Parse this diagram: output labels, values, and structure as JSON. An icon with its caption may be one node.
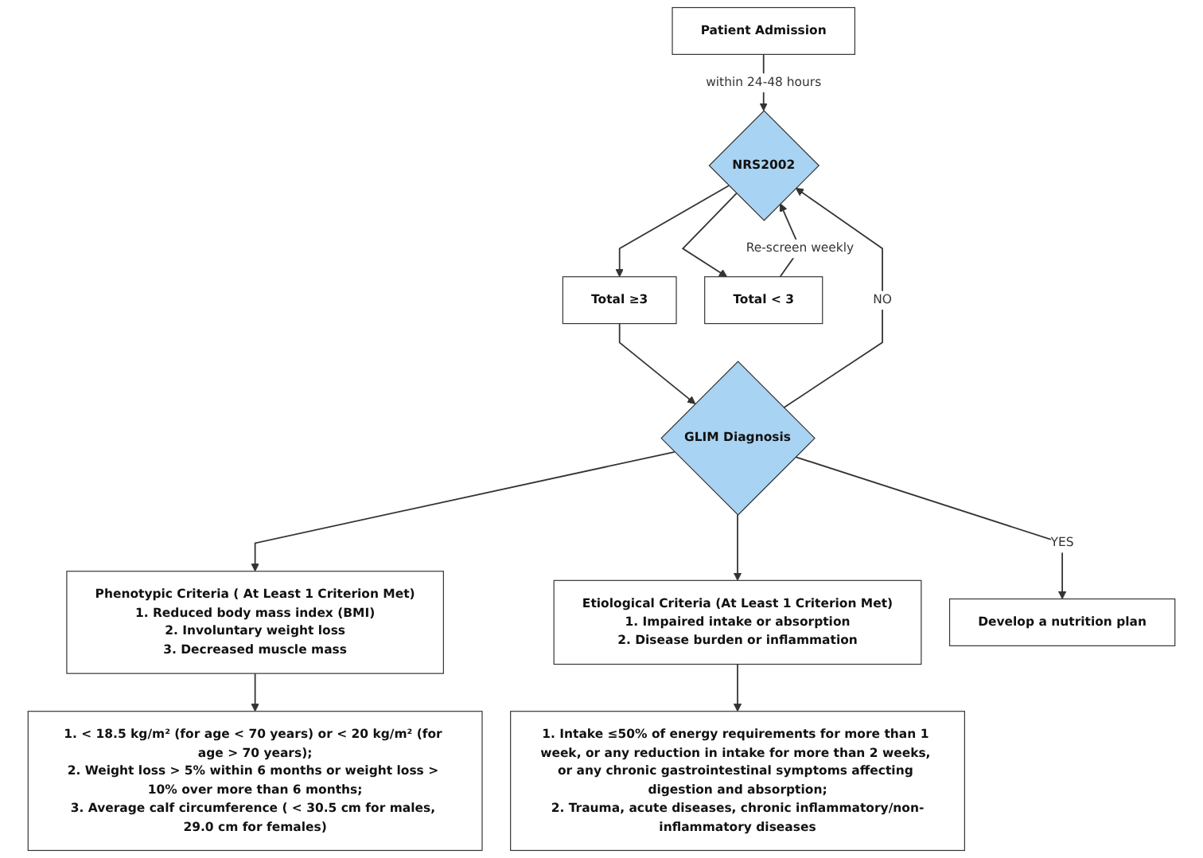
{
  "diagram": {
    "nodes": [
      {
        "text": [
          "Patient Admission"
        ]
      },
      {
        "text": [
          "NRS2002"
        ]
      },
      {
        "text": [
          "Total ≥3"
        ]
      },
      {
        "text": [
          "Total < 3"
        ]
      },
      {
        "text": [
          "GLIM Diagnosis"
        ]
      },
      {
        "text": [
          "Phenotypic Criteria ( At Least 1 Criterion Met)",
          "1. Reduced body mass index (BMI)",
          "2. Involuntary weight loss",
          "3. Decreased muscle mass"
        ]
      },
      {
        "text": [
          "1. < 18.5 kg/m² (for age < 70 years) or < 20 kg/m² (for age > 70 years);",
          "2. Weight loss > 5% within 6 months or weight loss > 10% over more than 6 months;",
          "3. Average calf circumference ( < 30.5 cm for males, 29.0 cm for females)"
        ]
      },
      {
        "text": [
          "Etiological Criteria (At Least 1 Criterion Met)",
          "1. Impaired intake or absorption",
          "2. Disease burden or inflammation"
        ]
      },
      {
        "text": [
          "1. Intake ≤50% of energy requirements for more than 1 week, or any reduction in intake for more than 2 weeks, or any chronic gastrointestinal symptoms affecting digestion and absorption;",
          "2. Trauma, acute diseases, chronic inflammatory/non-inflammatory diseases"
        ]
      },
      {
        "text": [
          "Develop a nutrition plan"
        ]
      }
    ],
    "edges": [
      {
        "from": 0,
        "to": 1,
        "arrow": "to",
        "label": "within 24-48 hours"
      },
      {
        "from": 1,
        "to": 2,
        "arrow": "to"
      },
      {
        "from": 1,
        "to": 3,
        "arrow": "to"
      },
      {
        "from": 3,
        "to": 1,
        "arrow": "to",
        "label": "Re-screen weekly"
      },
      {
        "from": 2,
        "to": 4,
        "arrow": "to"
      },
      {
        "from": 4,
        "to": 5,
        "arrow": "to"
      },
      {
        "from": 4,
        "to": 7,
        "arrow": "to"
      },
      {
        "from": 5,
        "to": 6,
        "arrow": "to"
      },
      {
        "from": 7,
        "to": 8,
        "arrow": "to"
      },
      {
        "from": 4,
        "to": 1,
        "arrow": "to",
        "label": "NO"
      },
      {
        "from": 4,
        "to": 9,
        "arrow": "to",
        "label": "YES"
      }
    ]
  }
}
